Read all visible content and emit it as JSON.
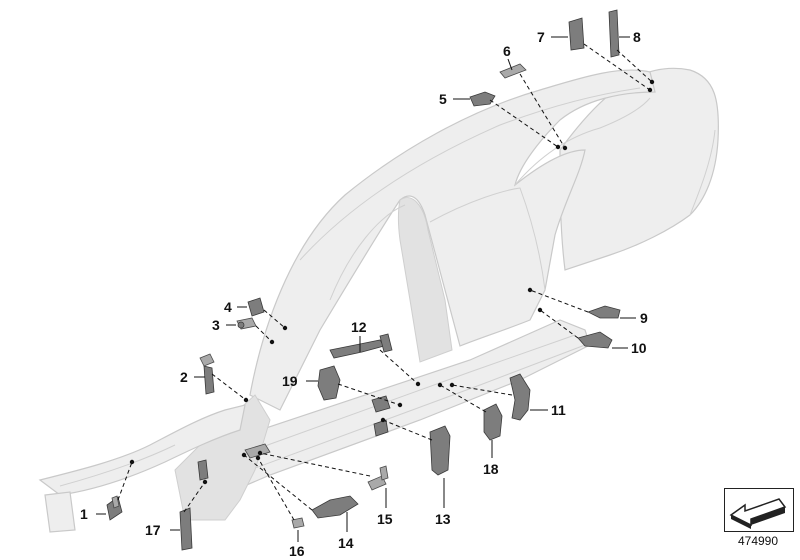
{
  "diagram": {
    "callouts": [
      {
        "id": "1",
        "label": "1"
      },
      {
        "id": "2",
        "label": "2"
      },
      {
        "id": "3",
        "label": "3"
      },
      {
        "id": "4",
        "label": "4"
      },
      {
        "id": "5",
        "label": "5"
      },
      {
        "id": "6",
        "label": "6"
      },
      {
        "id": "7",
        "label": "7"
      },
      {
        "id": "8",
        "label": "8"
      },
      {
        "id": "9",
        "label": "9"
      },
      {
        "id": "10",
        "label": "10"
      },
      {
        "id": "11",
        "label": "11"
      },
      {
        "id": "12",
        "label": "12"
      },
      {
        "id": "13",
        "label": "13"
      },
      {
        "id": "14",
        "label": "14"
      },
      {
        "id": "15",
        "label": "15"
      },
      {
        "id": "16",
        "label": "16"
      },
      {
        "id": "17",
        "label": "17"
      },
      {
        "id": "18",
        "label": "18"
      },
      {
        "id": "19",
        "label": "19"
      }
    ],
    "reference_number": "474990"
  }
}
